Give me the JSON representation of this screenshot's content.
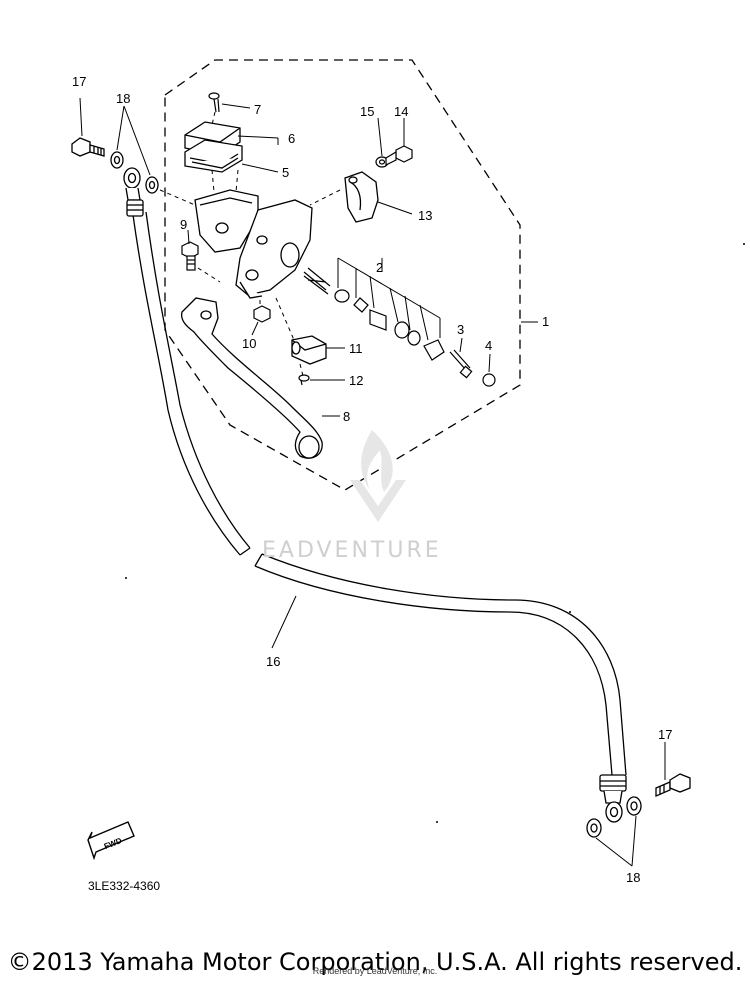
{
  "diagram": {
    "part_code": "3LE332-4360",
    "fwd_label": "FWD",
    "callouts": {
      "c1": "1",
      "c2": "2",
      "c3": "3",
      "c4": "4",
      "c5": "5",
      "c6": "6",
      "c7": "7",
      "c8": "8",
      "c9": "9",
      "c10": "10",
      "c11": "11",
      "c12": "12",
      "c13": "13",
      "c14": "14",
      "c15": "15",
      "c16": "16",
      "c17a": "17",
      "c17b": "17",
      "c18a": "18",
      "c18b": "18"
    }
  },
  "watermark": {
    "text": "EADVENTURE",
    "icon": "flame-logo-icon"
  },
  "footer": {
    "copyright": "©2013 Yamaha Motor Corporation, U.S.A. All rights reserved.",
    "rendered_by": "Rendered by LeadVenture, Inc."
  }
}
